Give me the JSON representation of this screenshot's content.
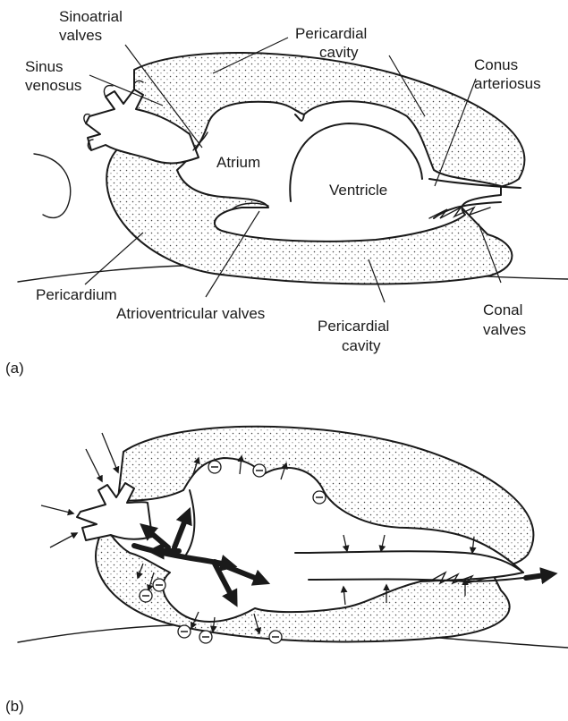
{
  "panel_a": {
    "panel_label": "(a)",
    "labels": {
      "sinoatrial_valves_line1": "Sinoatrial",
      "sinoatrial_valves_line2": "valves",
      "pericardial_cavity_top_line1": "Pericardial",
      "pericardial_cavity_top_line2": "cavity",
      "sinus_venosus_line1": "Sinus",
      "sinus_venosus_line2": "venosus",
      "conus_arteriosus_line1": "Conus",
      "conus_arteriosus_line2": "arteriosus",
      "atrium": "Atrium",
      "ventricle": "Ventricle",
      "pericardium": "Pericardium",
      "atrioventricular_valves": "Atrioventricular valves",
      "pericardial_cavity_bottom_line1": "Pericardial",
      "pericardial_cavity_bottom_line2": "cavity",
      "conal_valves_line1": "Conal",
      "conal_valves_line2": "valves"
    }
  },
  "panel_b": {
    "panel_label": "(b)",
    "minus_symbol_count": 8,
    "inflow_arrow_count": 4,
    "wall_arrow_count": 14,
    "outflow_arrow_count": 1
  }
}
